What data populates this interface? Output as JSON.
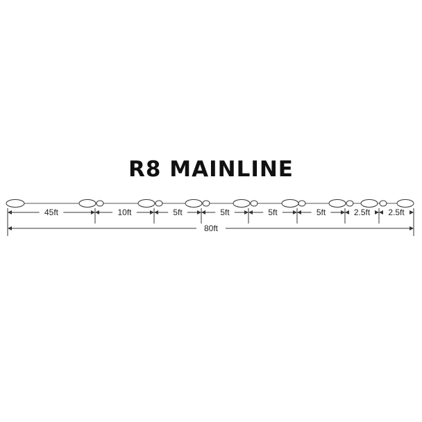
{
  "title": "R8 MAINLINE",
  "segments": [
    {
      "label": "45ft"
    },
    {
      "label": "10ft"
    },
    {
      "label": "5ft"
    },
    {
      "label": "5ft"
    },
    {
      "label": "5ft"
    },
    {
      "label": "5ft"
    },
    {
      "label": "2.5ft"
    },
    {
      "label": "2.5ft"
    }
  ],
  "total": {
    "label": "80ft"
  },
  "colors": {
    "line": "#333333",
    "text": "#111111"
  }
}
